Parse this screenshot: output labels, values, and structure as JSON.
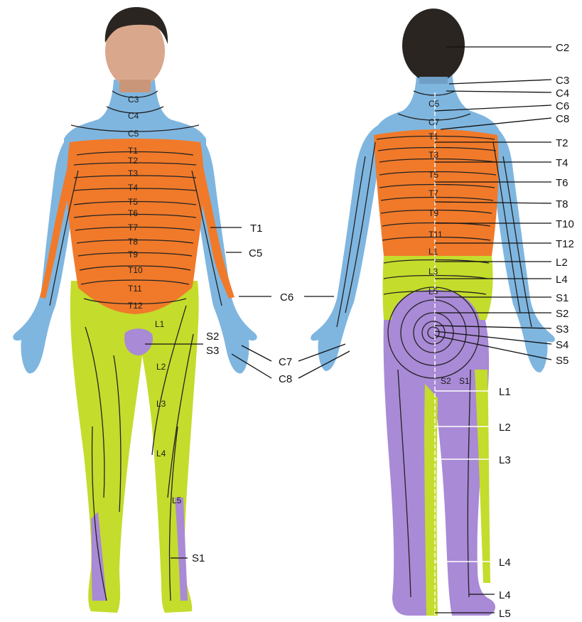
{
  "colors": {
    "cervical": "#7fb6e0",
    "thoracic": "#f07a2a",
    "lumbar": "#c4dc2c",
    "sacral": "#a98ad6",
    "hair": "#2a2520",
    "skin": "#d9a78b"
  },
  "front": {
    "body_labels": [
      "C3",
      "C4",
      "C5",
      "T1",
      "T2",
      "T3",
      "T4",
      "T5",
      "T6",
      "T7",
      "T8",
      "T9",
      "T10",
      "T11",
      "T12",
      "L1",
      "L2",
      "L3",
      "L4",
      "L5"
    ],
    "callouts": [
      "T1",
      "C5",
      "C6",
      "S2",
      "S3",
      "C7",
      "C8",
      "S1"
    ]
  },
  "back": {
    "body_labels": [
      "C5",
      "C7",
      "T1",
      "T3",
      "T5",
      "T7",
      "T9",
      "T11",
      "L1",
      "L3",
      "L5",
      "S2",
      "S1"
    ],
    "callouts": [
      "C2",
      "C3",
      "C4",
      "C6",
      "C8",
      "T2",
      "T4",
      "T6",
      "T8",
      "T10",
      "T12",
      "L2",
      "L4",
      "S1",
      "S2",
      "S3",
      "S4",
      "S5",
      "L1",
      "L2",
      "L3",
      "L4",
      "L4",
      "L5"
    ]
  }
}
